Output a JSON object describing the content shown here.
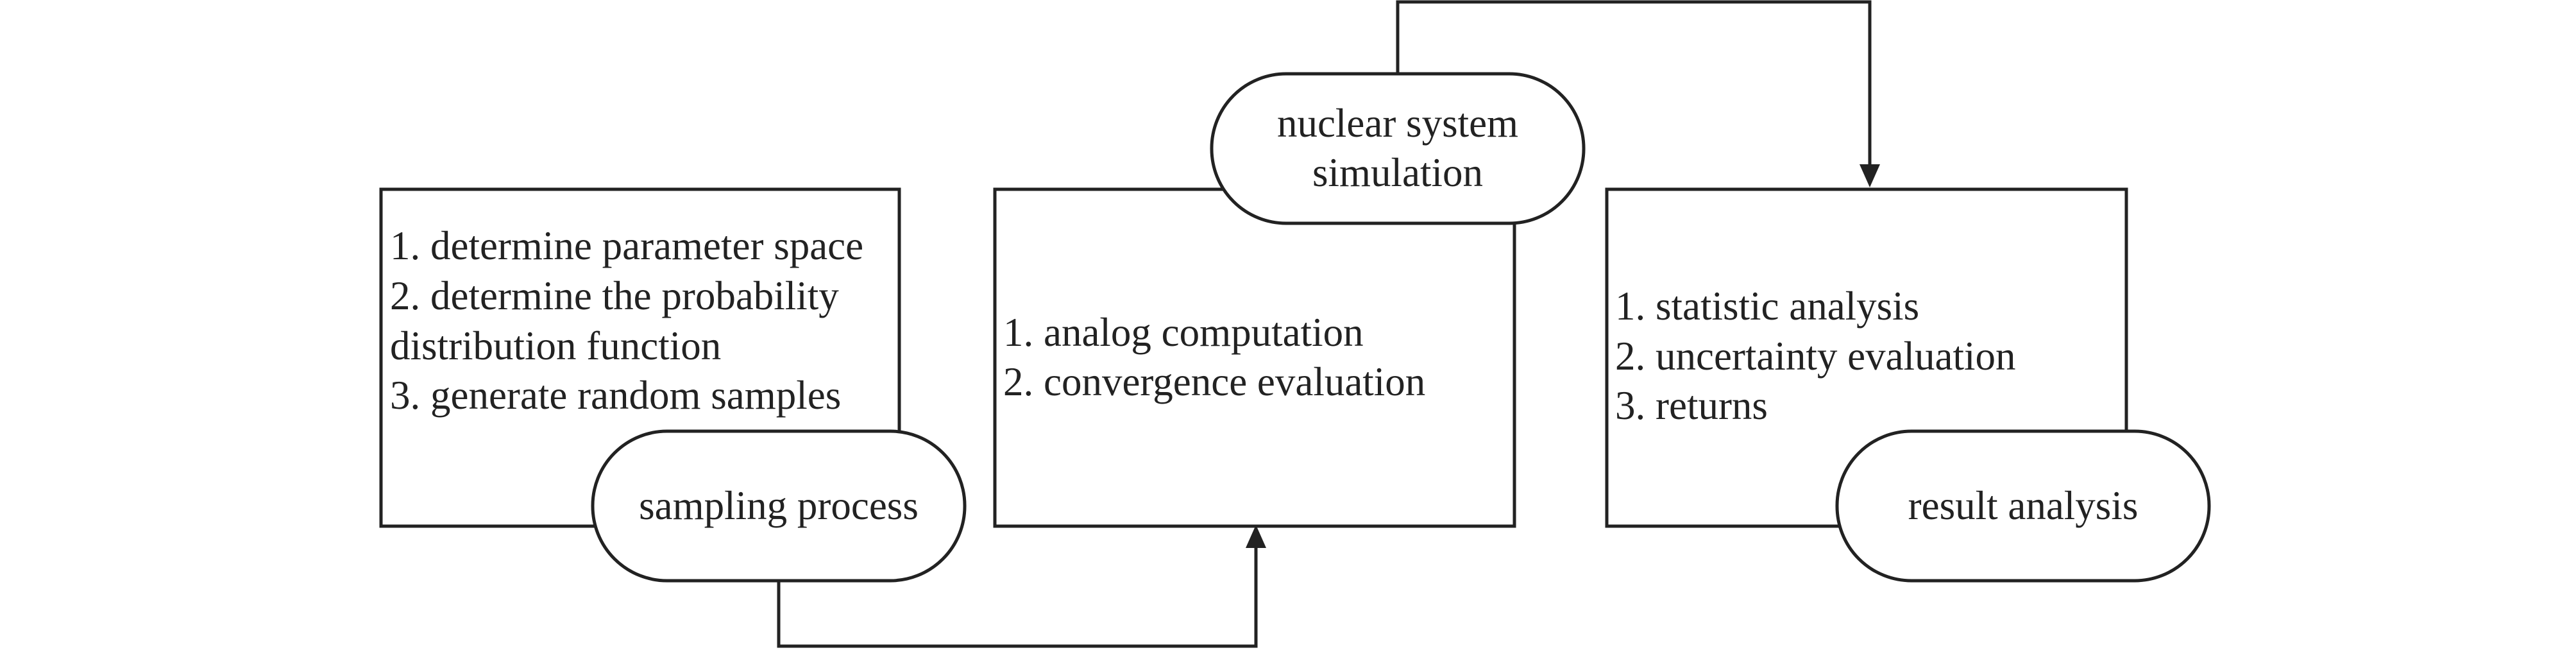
{
  "diagram": {
    "sampling": {
      "label": "sampling process",
      "steps": [
        "1. determine parameter space",
        "2. determine the probability",
        "distribution function",
        "3. generate random samples"
      ]
    },
    "simulation": {
      "label_line1": "nuclear system",
      "label_line2": "simulation",
      "steps": [
        "1. analog computation",
        "2. convergence evaluation"
      ]
    },
    "result": {
      "label": "result analysis",
      "steps": [
        "1. statistic analysis",
        "2. uncertainty evaluation",
        "3. returns"
      ]
    },
    "colors": {
      "stroke": "#222222",
      "fill": "#ffffff"
    }
  }
}
